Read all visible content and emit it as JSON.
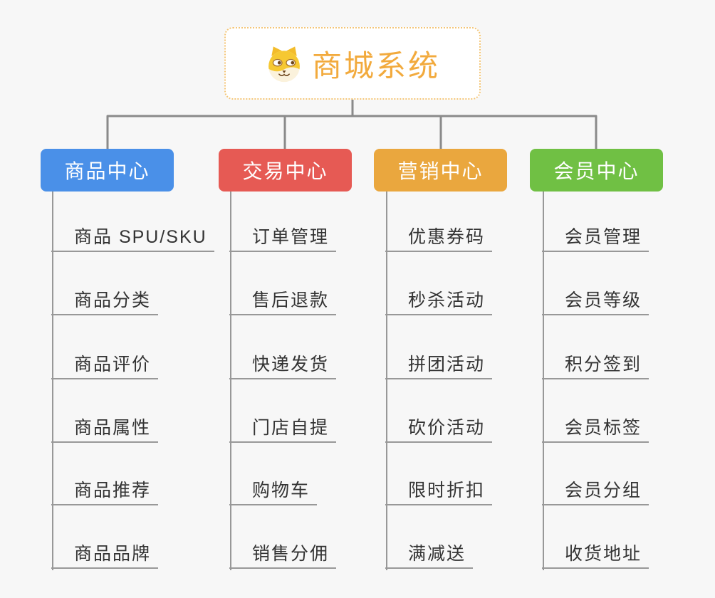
{
  "root": {
    "title": "商城系统",
    "icon": "shiba-dog-icon",
    "accent_color": "#F2AA3D",
    "border_color": "#F4C678"
  },
  "branches": [
    {
      "label": "商品中心",
      "color": "#4A90E8",
      "items": [
        "商品 SPU/SKU",
        "商品分类",
        "商品评价",
        "商品属性",
        "商品推荐",
        "商品品牌"
      ]
    },
    {
      "label": "交易中心",
      "color": "#E65A54",
      "items": [
        "订单管理",
        "售后退款",
        "快递发货",
        "门店自提",
        "购物车",
        "销售分佣"
      ]
    },
    {
      "label": "营销中心",
      "color": "#EAA73E",
      "items": [
        "优惠券码",
        "秒杀活动",
        "拼团活动",
        "砍价活动",
        "限时折扣",
        "满减送"
      ]
    },
    {
      "label": "会员中心",
      "color": "#70C044",
      "items": [
        "会员管理",
        "会员等级",
        "积分签到",
        "会员标签",
        "会员分组",
        "收货地址"
      ]
    }
  ]
}
